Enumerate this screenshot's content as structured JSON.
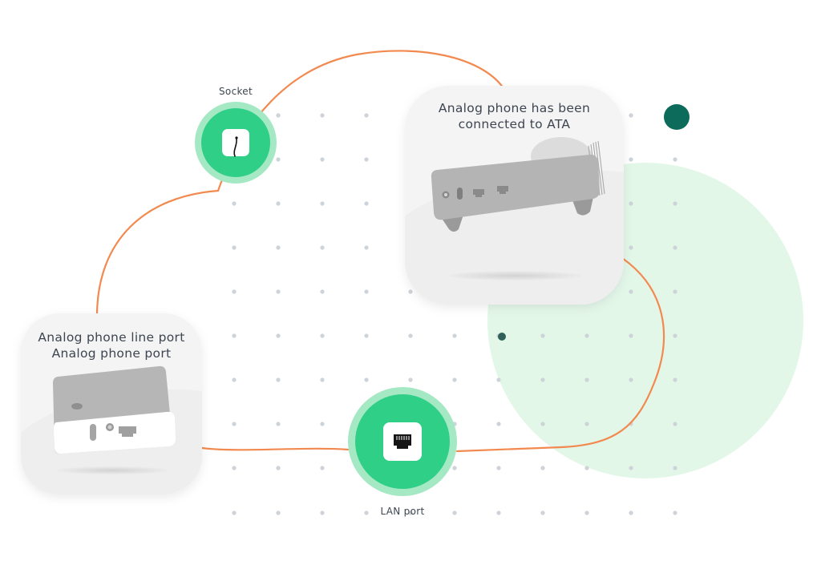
{
  "labels": {
    "socket": "Socket",
    "lan_port": "LAN port",
    "ata_title_line1": "Analog phone has been",
    "ata_title_line2": "connected to ATA",
    "port_title_line1": "Analog phone line port",
    "port_title_line2": "Analog phone port"
  },
  "colors": {
    "cable": "#f2894f",
    "node_green": "#2fcf87",
    "node_ring": "#a4e8c4",
    "big_circle": "#e3f7e9",
    "dark_dot": "#0d6b5c",
    "grid_dot": "#cdd3d8",
    "card": "#f4f4f5",
    "device": "#b2b2b2"
  },
  "icons": {
    "socket": "power-plug-icon",
    "lan": "ethernet-port-icon"
  }
}
